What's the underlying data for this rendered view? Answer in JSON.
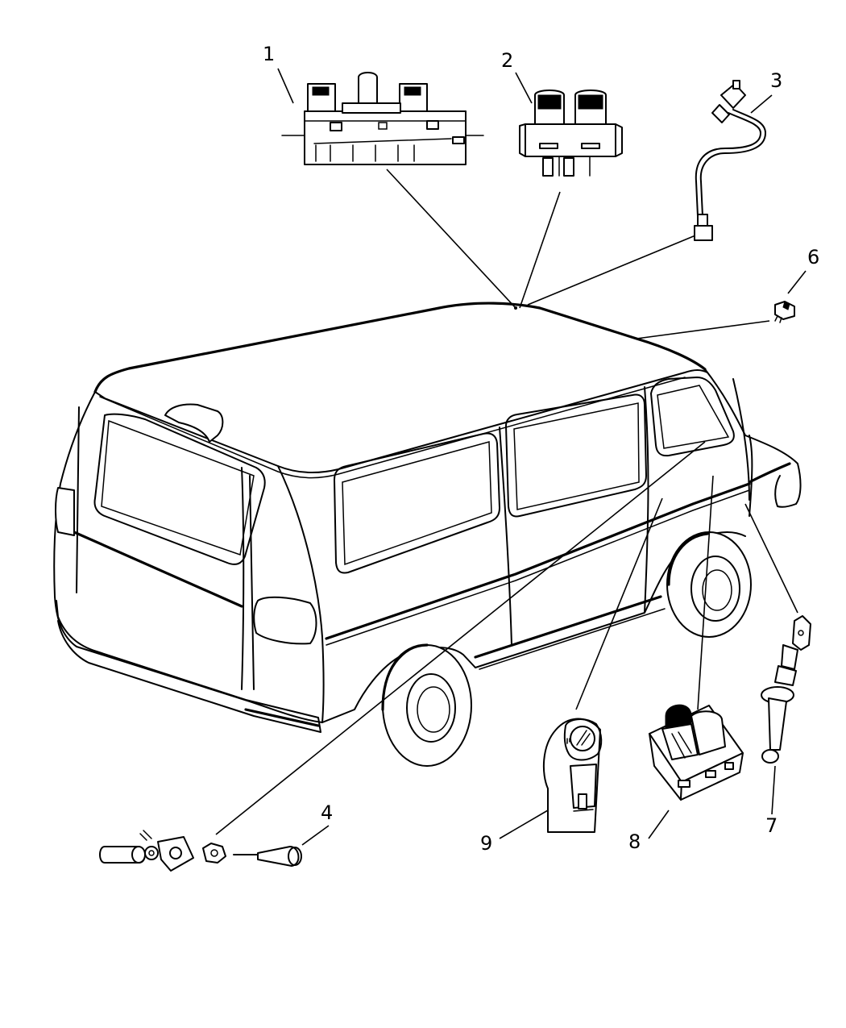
{
  "callouts": [
    {
      "id": "1",
      "label": "1"
    },
    {
      "id": "2",
      "label": "2"
    },
    {
      "id": "3",
      "label": "3"
    },
    {
      "id": "4",
      "label": "4"
    },
    {
      "id": "6",
      "label": "6"
    },
    {
      "id": "7",
      "label": "7"
    },
    {
      "id": "8",
      "label": "8"
    },
    {
      "id": "9",
      "label": "9"
    }
  ],
  "icons": {
    "vehicle": "van-rear-three-quarter-icon",
    "part_1": "multi-switch-panel-icon",
    "part_2": "dual-rocker-switch-icon",
    "part_3": "wired-switch-harness-icon",
    "part_4": "lock-cylinder-assembly-icon",
    "part_6": "small-clip-switch-icon",
    "part_7": "plunger-door-switch-icon",
    "part_8": "rocker-switch-block-icon",
    "part_9": "seat-heater-switch-icon"
  }
}
